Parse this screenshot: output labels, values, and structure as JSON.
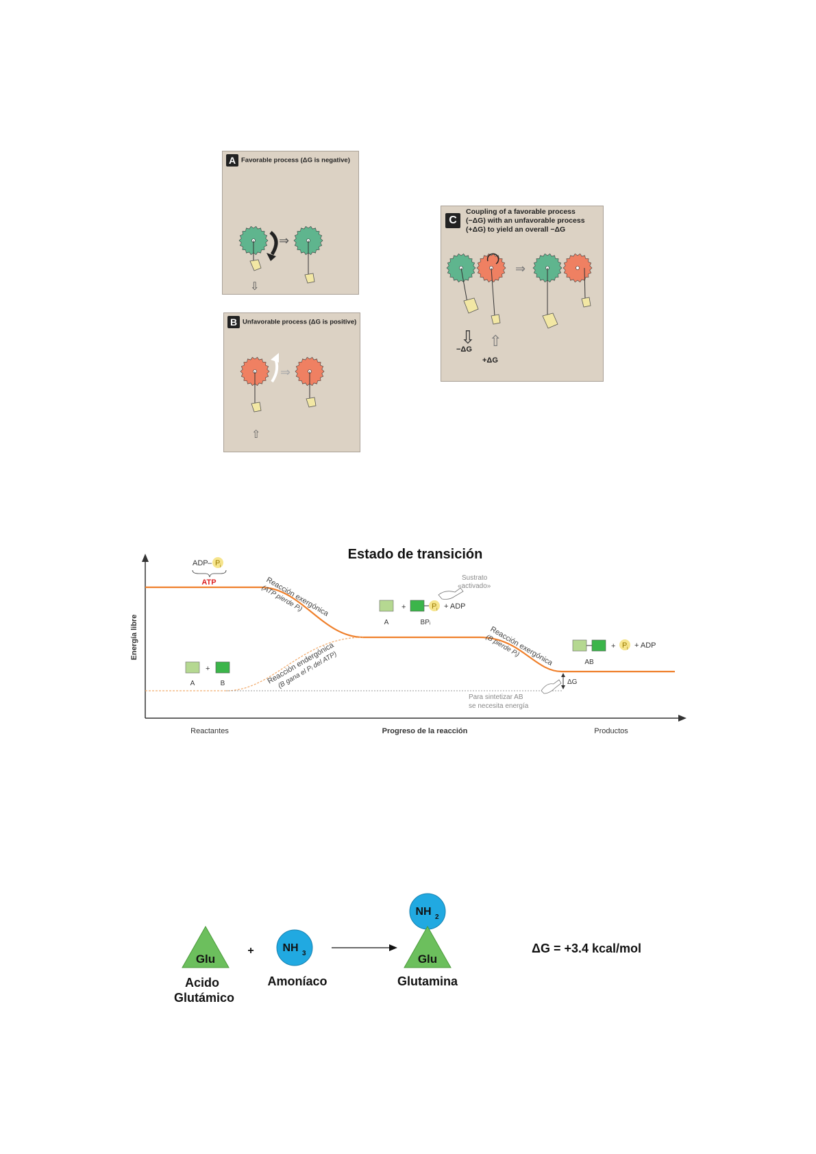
{
  "panel_a": {
    "badge": "A",
    "title": "Favorable process (ΔG is negative)"
  },
  "panel_b": {
    "badge": "B",
    "title": "Unfavorable process (ΔG is positive)"
  },
  "panel_c": {
    "badge": "C",
    "title_lines": [
      "Coupling of a favorable process",
      "(−ΔG) with an unfavorable process",
      "(+ΔG) to yield an overall −ΔG"
    ],
    "neg_dg": "−ΔG",
    "pos_dg": "+ΔG"
  },
  "energy_diagram": {
    "title": "Estado de transición",
    "y_axis_label": "Energía libre",
    "x_axis_label": "Progreso de la reacción",
    "x_left_label": "Reactantes",
    "x_right_label": "Productos",
    "adp": "ADP",
    "pi": "P",
    "pi_sub": "i",
    "atp": "ATP",
    "exergonic_1": [
      "Reacción exergónica",
      "(ATP pierde Pᵢ)"
    ],
    "endergonic": [
      "Reacción endergónica",
      "(B gana el Pᵢ del ATP)"
    ],
    "exergonic_2": [
      "Reacción exergónica",
      "(B pierde Pᵢ)"
    ],
    "sustrato": [
      "Sustrato",
      "«activado»"
    ],
    "plus": "+",
    "adp_plus": "+ ADP",
    "label_a": "A",
    "label_b": "B",
    "label_bpi": "BPᵢ",
    "label_ab": "AB",
    "delta_g": "ΔG",
    "note": [
      "Para sintetizar AB",
      "se necesita energía"
    ]
  },
  "reaction": {
    "glu": "Glu",
    "plus": "+",
    "nh3": "NH",
    "nh3_sub": "3",
    "nh2": "NH",
    "nh2_sub": "2",
    "reactant1_name": [
      "Acido",
      "Glutámico"
    ],
    "reactant2_name": "Amoníaco",
    "product_name": "Glutamina",
    "delta_g": "ΔG = +3.4 kcal/mol"
  },
  "colors": {
    "green_gear": "#5fb58e",
    "red_gear": "#ef8062",
    "panel_bg": "#dcd2c4",
    "curve": "#ef7f2a",
    "triangle": "#6cbf5d",
    "sphere": "#21a9e1",
    "light_green": "#b5d891",
    "dark_green": "#3bb54a"
  }
}
